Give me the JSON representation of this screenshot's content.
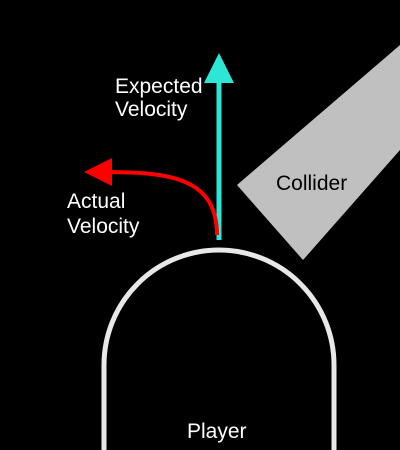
{
  "diagram": {
    "labels": {
      "expected_line1": "Expected",
      "expected_line2": "Velocity",
      "actual_line1": "Actual",
      "actual_line2": "Velocity",
      "collider": "Collider",
      "player": "Player"
    },
    "colors": {
      "background": "#000000",
      "expected_velocity": "#2ee6d6",
      "actual_velocity": "#ff0000",
      "collider_fill": "#c0c0c0",
      "player_outline": "#e8e8e8",
      "text_light": "#ffffff",
      "text_dark": "#000000"
    }
  }
}
